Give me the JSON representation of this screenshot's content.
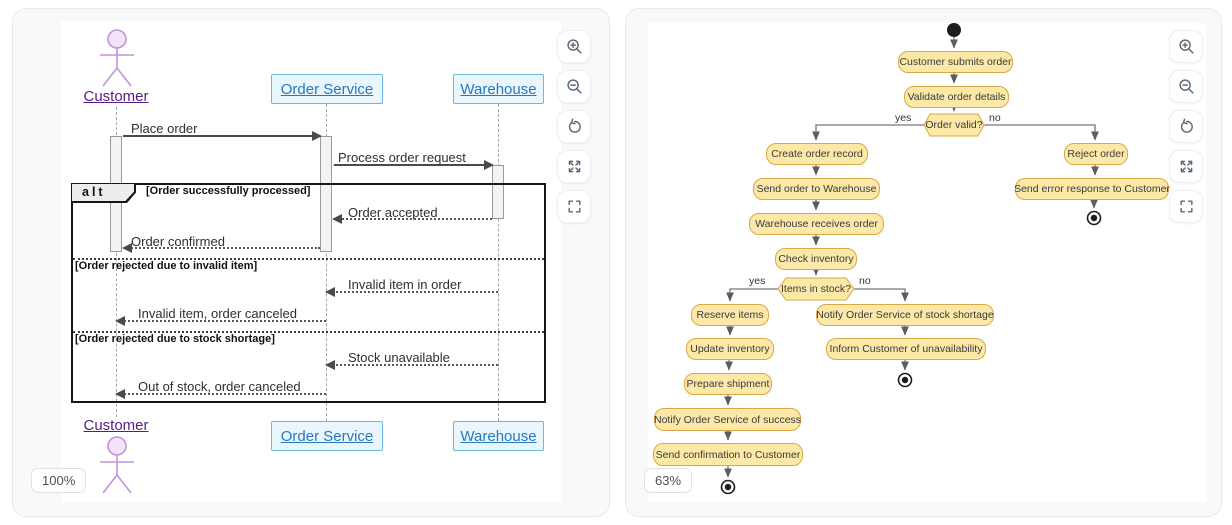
{
  "left": {
    "zoom_badge": "100%",
    "sequence": {
      "participants": {
        "customer": "Customer",
        "order_service": "Order Service",
        "warehouse": "Warehouse"
      },
      "alt_label": "alt",
      "guards": [
        "[Order successfully processed]",
        "[Order rejected due to invalid item]",
        "[Order rejected due to stock shortage]"
      ],
      "messages": [
        "Place order",
        "Process order request",
        "Order accepted",
        "Order confirmed",
        "Invalid item in order",
        "Invalid item, order canceled",
        "Stock unavailable",
        "Out of stock, order canceled"
      ]
    }
  },
  "right": {
    "zoom_badge": "63%",
    "activity": {
      "nodes": {
        "submit": "Customer submits order",
        "validate": "Validate order details",
        "create": "Create order record",
        "send_wh": "Send order to Warehouse",
        "receive": "Warehouse receives order",
        "check": "Check inventory",
        "reserve": "Reserve items",
        "update": "Update inventory",
        "prepare": "Prepare shipment",
        "notify_success": "Notify Order Service of success",
        "confirm": "Send confirmation to Customer",
        "notify_shortage": "Notify Order Service of stock shortage",
        "inform_unavail": "Inform Customer of unavailability",
        "reject": "Reject order",
        "error_resp": "Send error response to Customer"
      },
      "decisions": {
        "order_valid": "Order valid?",
        "items_in_stock": "Items in stock?"
      },
      "branch": {
        "yes": "yes",
        "no": "no"
      }
    }
  },
  "viewer": {
    "control_icons": [
      "zoom-in-icon",
      "zoom-out-icon",
      "reset-view-icon",
      "expand-icon",
      "fit-view-icon"
    ]
  },
  "colors": {
    "activity_node_fill": "#fce9a8",
    "activity_node_border": "#d9a843",
    "participant_fill": "#eaf6fd",
    "participant_border": "#6cb8dc",
    "participant_text": "#2779bd",
    "actor_stroke": "#c493d9",
    "actor_label": "#581c87",
    "panel_bg": "#f8f9fb"
  }
}
